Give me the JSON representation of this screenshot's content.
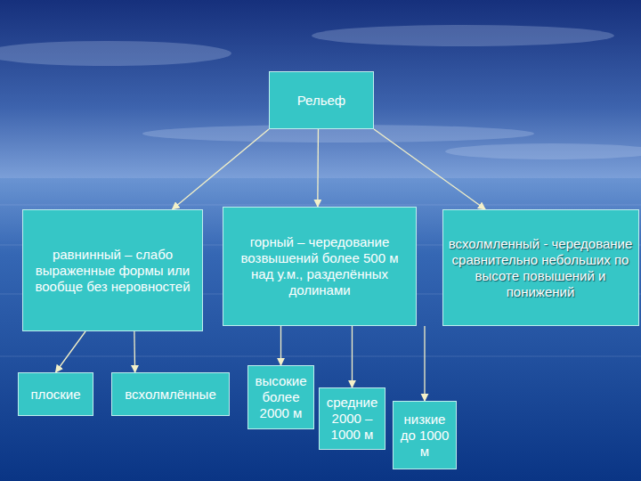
{
  "diagram": {
    "nodes": [
      {
        "text": [
          "Рельеф"
        ]
      },
      {
        "text": [
          "равнинный – слабо выраженные формы или вообще без неровностей"
        ]
      },
      {
        "text": [
          "горный – чередование возвышений более 500 м над у.м., разделённых долинами"
        ]
      },
      {
        "text": [
          "всхолмленный - чередование сравнительно небольших по высоте повышений и понижений"
        ]
      },
      {
        "text": [
          "плоские"
        ]
      },
      {
        "text": [
          "всхолмлённые"
        ]
      },
      {
        "text": [
          "высокие более 2000 м"
        ]
      },
      {
        "text": [
          "средние 2000 – 1000 м"
        ]
      },
      {
        "text": [
          "низкие до 1000 м"
        ]
      }
    ],
    "edges": [
      {
        "from": 0,
        "to": 1,
        "arrow": "to"
      },
      {
        "from": 0,
        "to": 2,
        "arrow": "to"
      },
      {
        "from": 0,
        "to": 3,
        "arrow": "to"
      },
      {
        "from": 1,
        "to": 4,
        "arrow": "to"
      },
      {
        "from": 1,
        "to": 5,
        "arrow": "to"
      },
      {
        "from": 2,
        "to": 6,
        "arrow": "to"
      },
      {
        "from": 2,
        "to": 7,
        "arrow": "to"
      },
      {
        "from": 2,
        "to": 8,
        "arrow": "to"
      }
    ]
  }
}
